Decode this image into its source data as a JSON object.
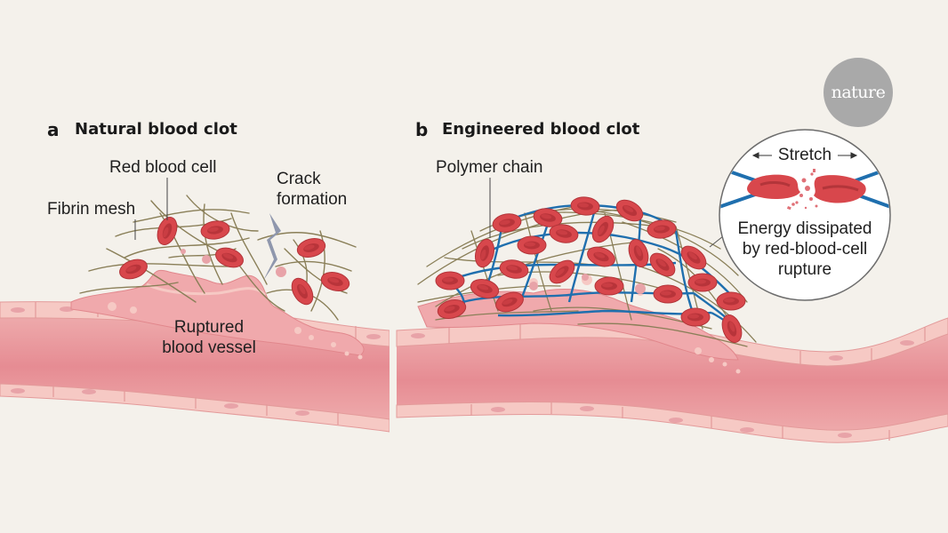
{
  "brand": {
    "logo_text": "nature"
  },
  "panel_a": {
    "letter": "a",
    "title": "Natural blood clot",
    "labels": {
      "red_blood_cell": "Red blood cell",
      "fibrin_mesh": "Fibrin mesh",
      "crack_line1": "Crack",
      "crack_line2": "formation",
      "ruptured_line1": "Ruptured",
      "ruptured_line2": "blood vessel"
    }
  },
  "panel_b": {
    "letter": "b",
    "title": "Engineered blood clot",
    "labels": {
      "polymer_chain": "Polymer chain",
      "stretch": "Stretch",
      "energy_line1": "Energy dissipated",
      "energy_line2": "by red-blood-cell",
      "energy_line3": "rupture"
    }
  },
  "colors": {
    "background": "#f4f1eb",
    "vessel": "#e9949a",
    "vessel_wall": "#f6c9c4",
    "red_cell": "#d8474c",
    "fibrin": "#8a7f58",
    "polymer": "#1f6fae",
    "crack": "#8f97ad",
    "logo": "#a9a9a9"
  }
}
